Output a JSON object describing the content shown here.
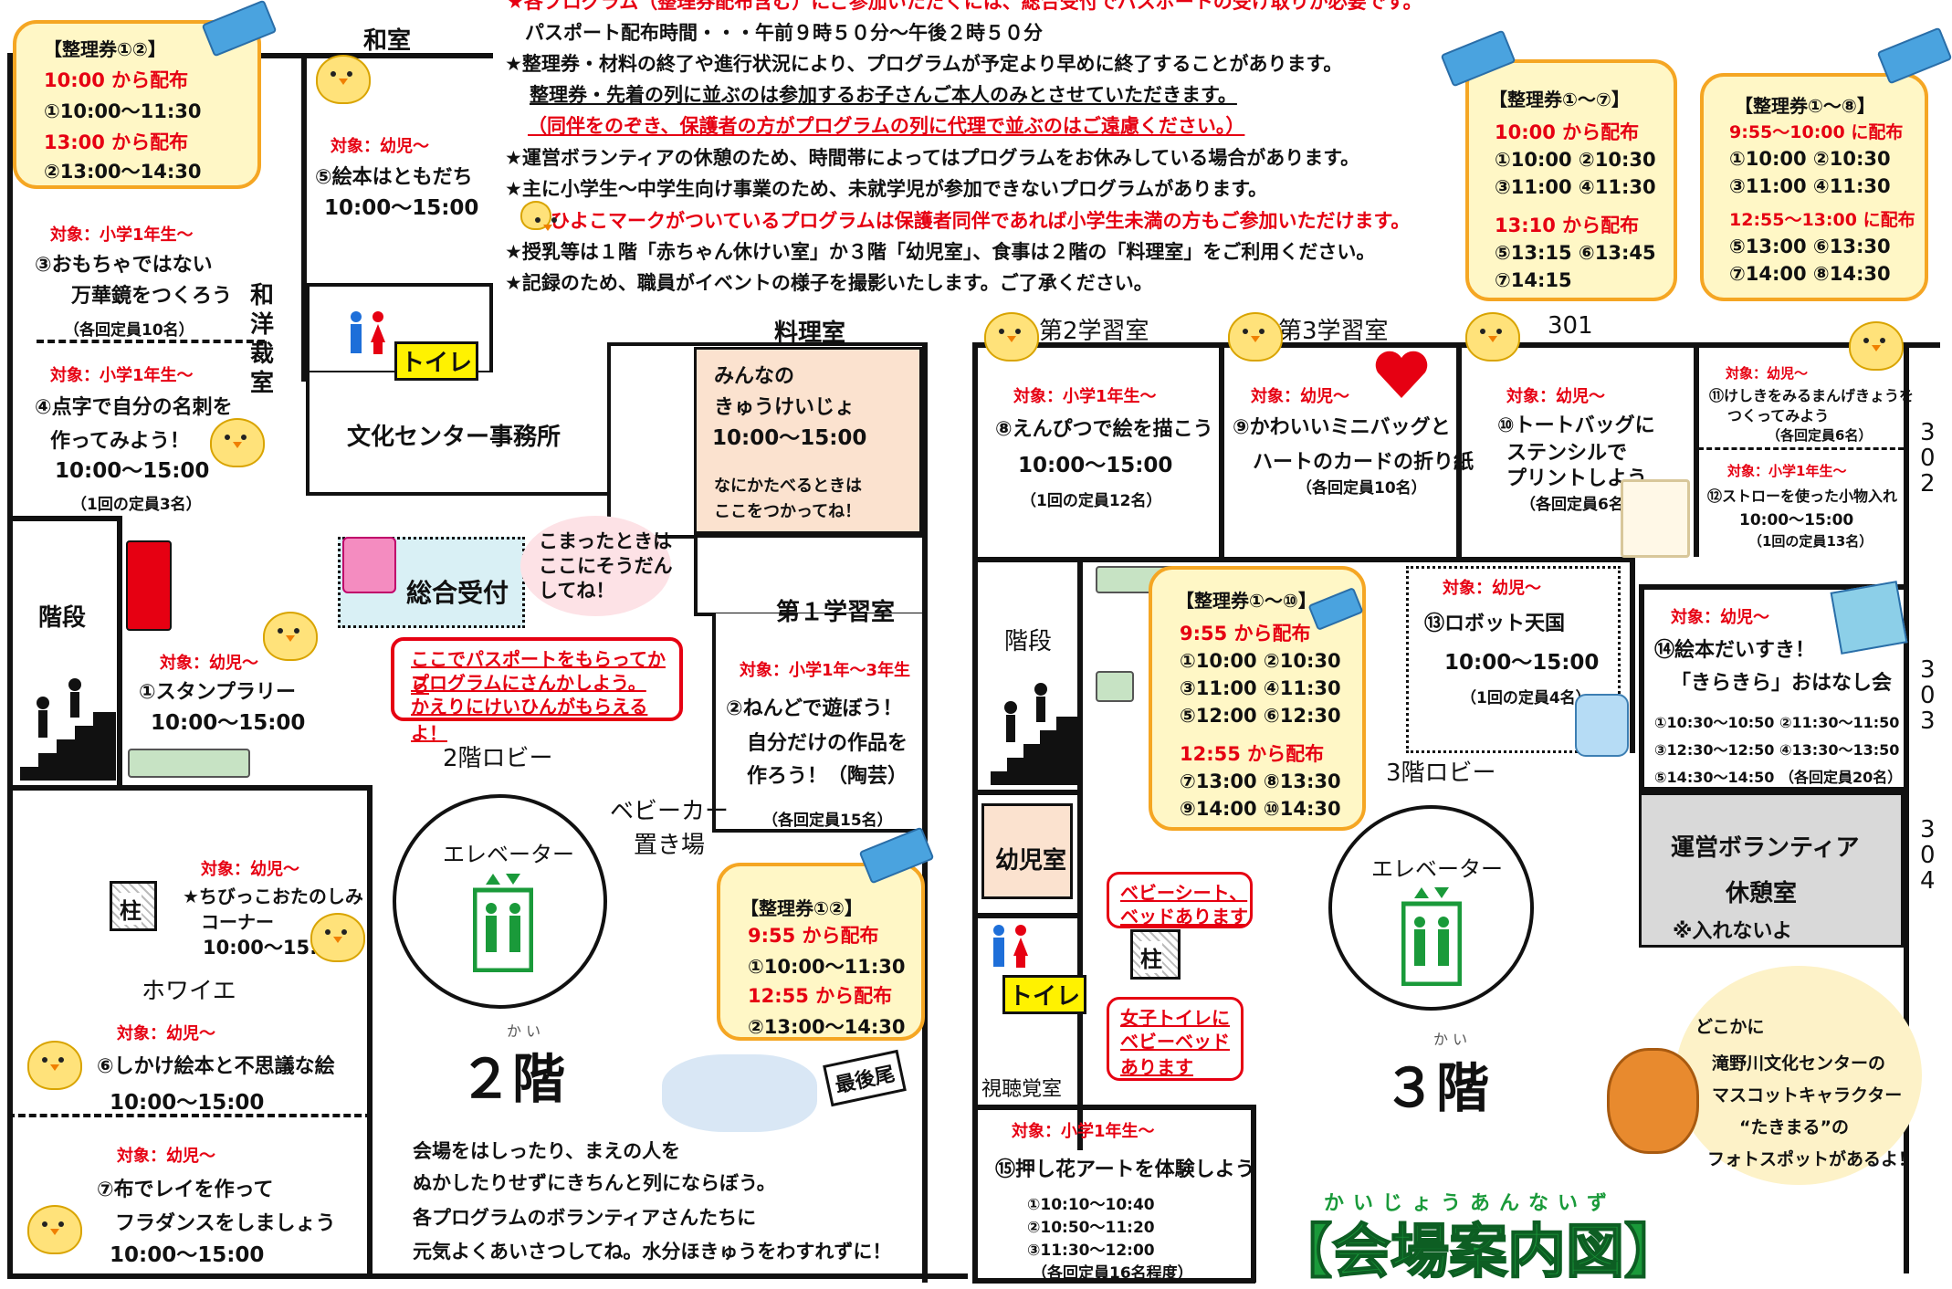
{
  "notices": {
    "line0": "★各プログラム（整理券配布含む）にご参加いただくには、総合受付でパスポートの受け取りが必要です。",
    "line1": "パスポート配布時間・・・午前９時５０分〜午後２時５０分",
    "line2": "★整理券・材料の終了や進行状況により、プログラムが予定より早めに終了することがあります。",
    "line3": "整理券・先着の列に並ぶのは参加するお子さんご本人のみとさせていただきます。",
    "line4": "（同伴をのぞき、保護者の方がプログラムの列に代理で並ぶのはご遠慮ください。）",
    "line5": "★運営ボランティアの休憩のため、時間帯によってはプログラムをお休みしている場合があります。",
    "line6": "★主に小学生〜中学生向け事業のため、未就学児が参加できないプログラムがあります。",
    "line7": "ひよこマークがついているプログラムは保護者同伴であれば小学生未満の方もご参加いただけます。",
    "line8": "★授乳等は１階「赤ちゃん休けい室」か３階「幼児室」、食事は２階の「料理室」をご利用ください。",
    "line9": "★記録のため、職員がイベントの様子を撮影いたします。ご了承ください。"
  },
  "floor2": {
    "label": "２階",
    "kai_ruby": "か い",
    "rooms": {
      "washitsu": "和室",
      "wayosai": "和洋裁室",
      "toilet": "トイレ",
      "office": "文化センター事務所",
      "cooking": "料理室",
      "study1": "第１学習室",
      "stairs": "階段",
      "lobby": "2階ロビー",
      "elevator": "エレベーター",
      "stroller": "ベビーカー置き場",
      "pillar": "柱",
      "foyer": "ホワイエ",
      "reception": "総合受付"
    },
    "ticket_bubble_1": {
      "heading": "【整理券①②】",
      "r1": "10:00 から配布",
      "s1": "①10:00〜11:30",
      "r2": "13:00 から配布",
      "s2": "②13:00〜14:30"
    },
    "ticket_bubble_2": {
      "heading": "【整理券①②】",
      "r1": "9:55 から配布",
      "s1": "①10:00〜11:30",
      "r2": "12:55 から配布",
      "s2": "②13:00〜14:30"
    },
    "programs": {
      "p5_target": "対象：幼児〜",
      "p5_title": "⑤絵本はともだち",
      "p5_time": "10:00〜15:00",
      "p3_target": "対象：小学1年生〜",
      "p3_title1": "③おもちゃではない",
      "p3_title2": "万華鏡をつくろう",
      "p3_cap": "（各回定員10名）",
      "p4_target": "対象：小学1年生〜",
      "p4_title1": "④点字で自分の名刺を",
      "p4_title2": "作ってみよう！",
      "p4_time": "10:00〜15:00",
      "p4_cap": "（1回の定員3名）",
      "rest_title1": "みんなの",
      "rest_title2": "きゅうけいじょ",
      "rest_time": "10:00〜15:00",
      "rest_note1": "なにかたべるときは",
      "rest_note2": "ここをつかってね！",
      "p1_target": "対象：幼児〜",
      "p1_title": "①スタンプラリー",
      "p1_time": "10:00〜15:00",
      "p2_target": "対象：小学1年〜3年生",
      "p2_title1": "②ねんどで遊ぼう！",
      "p2_title2": "自分だけの作品を",
      "p2_title3": "作ろう！（陶芸）",
      "p2_cap": "（各回定員15名）",
      "kids_target": "対象：幼児〜",
      "kids_title1": "★ちびっこおたのしみ",
      "kids_title2": "コーナー",
      "kids_time": "10:00〜15:00",
      "p6_target": "対象：幼児〜",
      "p6_title": "⑥しかけ絵本と不思議な絵",
      "p6_time": "10:00〜15:00",
      "p7_target": "対象：幼児〜",
      "p7_title1": "⑦布でレイを作って",
      "p7_title2": "フラダンスをしましょう",
      "p7_time": "10:00〜15:00"
    },
    "help_text1": "こまったときは",
    "help_text2": "ここにそうだん",
    "help_text3": "してね！",
    "passport_note1": "ここでパスポートをもらってから",
    "passport_note2": "プログラムにさんかしよう。",
    "passport_note3": "かえりにけいひんがもらえるよ！",
    "manner1": "会場をはしったり、まえの人を",
    "manner2": "ぬかしたりせずにきちんと列にならぼう。",
    "manner3": "各プログラムのボランティアさんたちに",
    "manner4": "元気よくあいさつしてね。水分ほきゅうをわすれずに！",
    "last_sign": "最後尾"
  },
  "floor3": {
    "label": "３階",
    "kai_ruby": "か い",
    "rooms": {
      "study2": "第2学習室",
      "study3": "第3学習室",
      "r301": "301",
      "r302": "302",
      "r303": "303",
      "r304": "304",
      "stairs": "階段",
      "lobby": "3階ロビー",
      "elevator": "エレベーター",
      "infant": "幼児室",
      "pillar": "柱",
      "toilet": "トイレ",
      "av": "視聴覚室",
      "volunteer1": "運営ボランティア",
      "volunteer2": "休憩室",
      "volunteer3": "※入れないよ"
    },
    "ticket_bubble_7": {
      "heading": "【整理券①〜⑦】",
      "r1": "10:00 から配布",
      "s1": "①10:00 ②10:30",
      "s2": "③11:00 ④11:30",
      "r2": "13:10 から配布",
      "s3": "⑤13:15 ⑥13:45",
      "s4": "⑦14:15"
    },
    "ticket_bubble_8": {
      "heading": "【整理券①〜⑧】",
      "r1": "9:55〜10:00 に配布",
      "s1": "①10:00 ②10:30",
      "s2": "③11:00 ④11:30",
      "r2": "12:55〜13:00 に配布",
      "s3": "⑤13:00 ⑥13:30",
      "s4": "⑦14:00 ⑧14:30"
    },
    "ticket_bubble_10": {
      "heading": "【整理券①〜⑩】",
      "r1": "9:55 から配布",
      "s1": "①10:00 ②10:30",
      "s2": "③11:00 ④11:30",
      "s3": "⑤12:00 ⑥12:30",
      "r2": "12:55 から配布",
      "s4": "⑦13:00 ⑧13:30",
      "s5": "⑨14:00 ⑩14:30"
    },
    "programs": {
      "p8_target": "対象：小学1年生〜",
      "p8_title": "⑧えんぴつで絵を描こう",
      "p8_time": "10:00〜15:00",
      "p8_cap": "（1回の定員12名）",
      "p9_target": "対象：幼児〜",
      "p9_title1": "⑨かわいいミニバッグと",
      "p9_title2": "ハートのカードの折り紙",
      "p9_cap": "（各回定員10名）",
      "p10_target": "対象：幼児〜",
      "p10_title1": "⑩トートバッグに",
      "p10_title2": "ステンシルで",
      "p10_title3": "プリントしよう",
      "p10_cap": "（各回定員6名）",
      "p11_target": "対象：幼児〜",
      "p11_title1": "⑪けしきをみるまんげきょうを",
      "p11_title2": "つくってみよう",
      "p11_cap": "（各回定員6名）",
      "p12_target": "対象：小学1年生〜",
      "p12_title": "⑫ストローを使った小物入れ",
      "p12_time": "10:00〜15:00",
      "p12_cap": "（1回の定員13名）",
      "p13_target": "対象：幼児〜",
      "p13_title": "⑬ロボット天国",
      "p13_time": "10:00〜15:00",
      "p13_cap": "（1回の定員4名）",
      "p14_target": "対象：幼児〜",
      "p14_title1": "⑭絵本だいすき！",
      "p14_title2": "「きらきら」おはなし会",
      "p14_s1": "①10:30〜10:50 ②11:30〜11:50",
      "p14_s2": "③12:30〜12:50 ④13:30〜13:50",
      "p14_s3": "⑤14:30〜14:50 （各回定員20名）",
      "p15_target": "対象：小学1年生〜",
      "p15_title": "⑮押し花アートを体験しよう",
      "p15_s1": "①10:10〜10:40",
      "p15_s2": "②10:50〜11:20",
      "p15_s3": "③11:30〜12:00",
      "p15_cap": "（各回定員16名程度）"
    },
    "baby_note1": "ベビーシート、",
    "baby_note2": "ベッドあります",
    "toilet_note1": "女子トイレに",
    "toilet_note2": "ベビーベッド",
    "toilet_note3": "あります",
    "mascot1": "どこかに",
    "mascot2": "滝野川文化センターの",
    "mascot3": "マスコットキャラクター",
    "mascot4": "“たきまる”の",
    "mascot5": "フォトスポットがあるよ！",
    "big_title": "【会場案内図】",
    "big_title_ruby": "かいじょうあんないず"
  },
  "colors": {
    "accent_red": "#e60012",
    "bubble_fill": "#fff7c6",
    "bubble_border": "#f5a623",
    "title_green": "#1a9a3a"
  },
  "icons": [
    "ticket-icon",
    "chick-icon",
    "stairs-icon",
    "elevator-icon",
    "toilet-icon",
    "heart-icon",
    "gift-icon"
  ]
}
